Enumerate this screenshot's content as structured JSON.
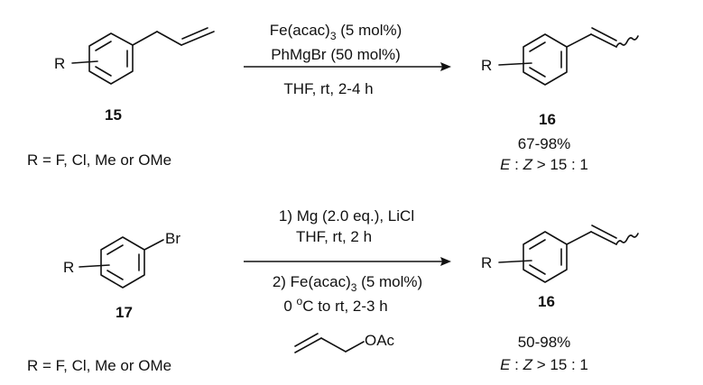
{
  "reaction1": {
    "reactant_label": "15",
    "reactant_substituent": "R",
    "r_definition": "R = F, Cl, Me or OMe",
    "reagent_line1": {
      "prefix": "Fe(acac)",
      "sub": "3",
      "suffix": " (5 mol%)"
    },
    "reagent_line2": "PhMgBr (50 mol%)",
    "conditions": "THF, rt, 2-4 h",
    "product_substituent": "R",
    "product_label": "16",
    "yield": "67-98%",
    "selectivity": {
      "e": "E",
      "sep": " : ",
      "z": "Z",
      "ratio": " > 15 : 1"
    }
  },
  "reaction2": {
    "reactant_label": "17",
    "reactant_substituent": "R",
    "halogen": "Br",
    "r_definition": "R = F, Cl, Me or OMe",
    "step1_line1": "1) Mg (2.0 eq.), LiCl",
    "step1_line2": "THF, rt, 2 h",
    "step2_line1": {
      "prefix": "2) Fe(acac)",
      "sub": "3",
      "suffix": " (5 mol%)"
    },
    "step2_line2": {
      "prefix": "0 ",
      "sup": "o",
      "suffix": "C to rt, 2-3 h"
    },
    "allyl_group": "OAc",
    "product_substituent": "R",
    "product_label": "16",
    "yield": "50-98%",
    "selectivity": {
      "e": "E",
      "sep": " : ",
      "z": "Z",
      "ratio": " > 15 : 1"
    }
  }
}
